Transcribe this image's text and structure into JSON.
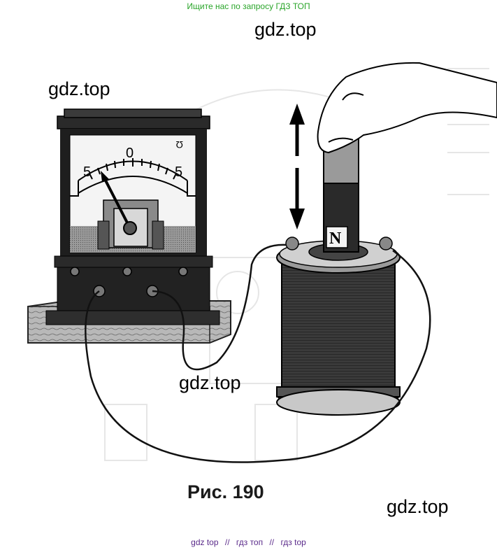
{
  "banner": {
    "text": "Ищите нас по запросу ГДЗ ТОП"
  },
  "watermarks": [
    "gdz.top",
    "gdz.top",
    "gdz.top",
    "gdz.top"
  ],
  "figure": {
    "caption": "Рис. 190",
    "galvanometer": {
      "scale_left": "5",
      "scale_center": "0",
      "scale_right": "5",
      "unit_mark": "Ω"
    },
    "magnet_pole": "N"
  },
  "footer": {
    "links": [
      "gdz top",
      "гдз топ",
      "гдз top"
    ],
    "separator": "//"
  }
}
